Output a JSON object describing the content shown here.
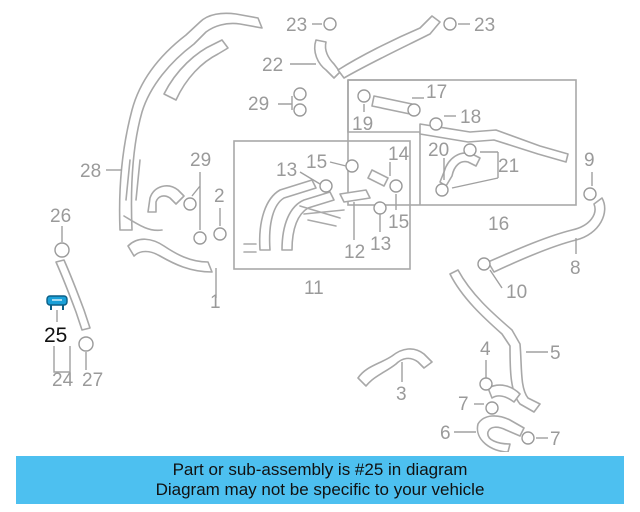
{
  "diagram": {
    "callouts": {
      "c1": "1",
      "c2": "2",
      "c3": "3",
      "c4": "4",
      "c5": "5",
      "c6": "6",
      "c7a": "7",
      "c7b": "7",
      "c8": "8",
      "c9": "9",
      "c10": "10",
      "c11": "11",
      "c12": "12",
      "c13a": "13",
      "c13b": "13",
      "c14": "14",
      "c15a": "15",
      "c15b": "15",
      "c16": "16",
      "c17": "17",
      "c18": "18",
      "c19": "19",
      "c20": "20",
      "c21": "21",
      "c22": "22",
      "c23a": "23",
      "c23b": "23",
      "c24": "24",
      "c25": "25",
      "c26": "26",
      "c27": "27",
      "c28": "28",
      "c29a": "29",
      "c29b": "29"
    },
    "highlight_color": "#1aa0d8"
  },
  "banner": {
    "line1": "Part or sub-assembly is #25 in diagram",
    "line2": "Diagram may not be specific to your vehicle",
    "background": "#4dc0f0"
  }
}
